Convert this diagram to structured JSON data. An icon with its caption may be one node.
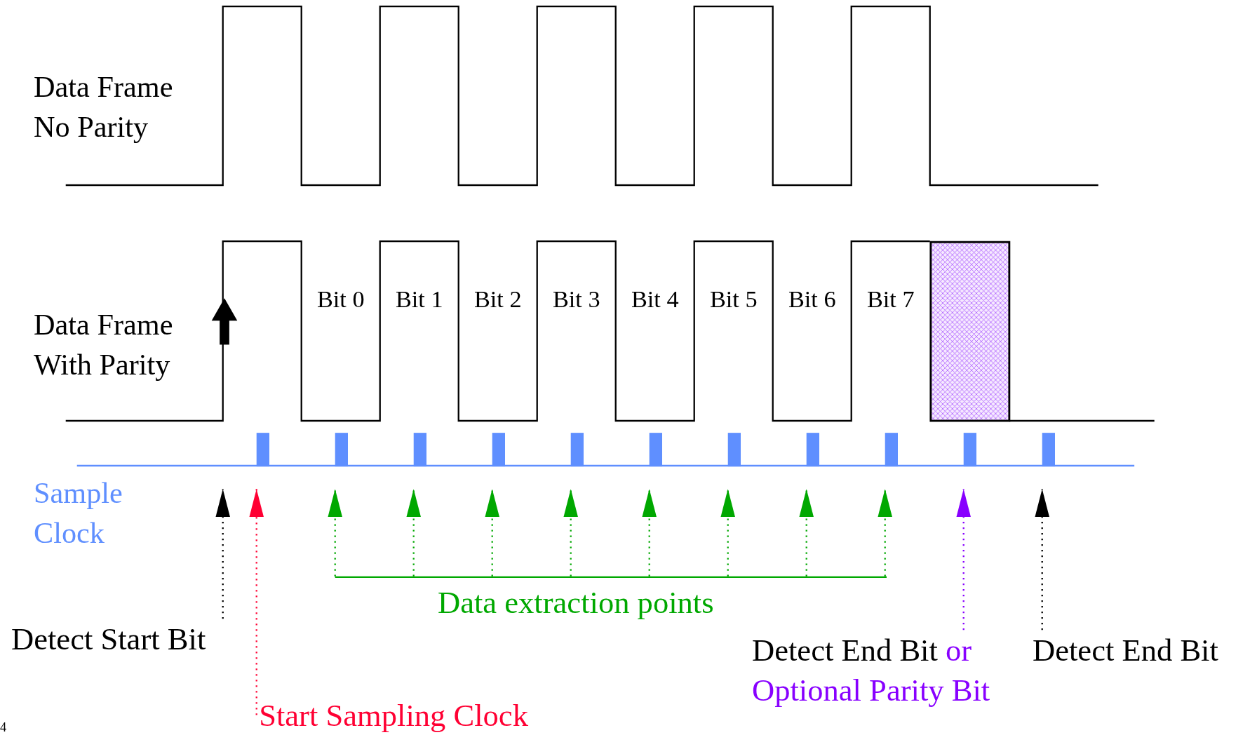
{
  "diagram": {
    "nodes": [
      {
        "text": [
          "Detect Start Bit"
        ]
      },
      {
        "text": [
          "Start Sampling Clock"
        ]
      },
      {
        "text": [
          "Data extraction points"
        ]
      },
      {
        "text": [
          "Detect End Bit",
          "or Optional Parity Bit"
        ]
      },
      {
        "text": [
          "Detect End Bit"
        ]
      }
    ],
    "edges": [
      {
        "from": 0,
        "to": null,
        "arrow": "to",
        "color": "#000000"
      },
      {
        "from": 1,
        "to": null,
        "arrow": "to",
        "color": "#ff0033"
      },
      {
        "from": 2,
        "to": null,
        "arrow": "to"
      },
      {
        "from": 2,
        "to": null,
        "arrow": "to"
      },
      {
        "from": 2,
        "to": null,
        "arrow": "to"
      },
      {
        "from": 2,
        "to": null,
        "arrow": "to"
      },
      {
        "from": 2,
        "to": null,
        "arrow": "to"
      },
      {
        "from": 2,
        "to": null,
        "arrow": "to"
      },
      {
        "from": 2,
        "to": null,
        "arrow": "to"
      },
      {
        "from": 2,
        "to": null,
        "arrow": "to"
      },
      {
        "from": 3,
        "to": null,
        "arrow": "to",
        "color": "#8800ff"
      },
      {
        "from": 4,
        "to": null,
        "arrow": "to",
        "color": "#000000"
      }
    ],
    "labels": [
      "Data Frame No Parity",
      "Data Frame With Parity",
      "Bit 0",
      "Bit 1",
      "Bit 2",
      "Bit 3",
      "Bit 4",
      "Bit 5",
      "Bit 6",
      "Bit 7",
      "Sample Clock",
      "4"
    ]
  }
}
